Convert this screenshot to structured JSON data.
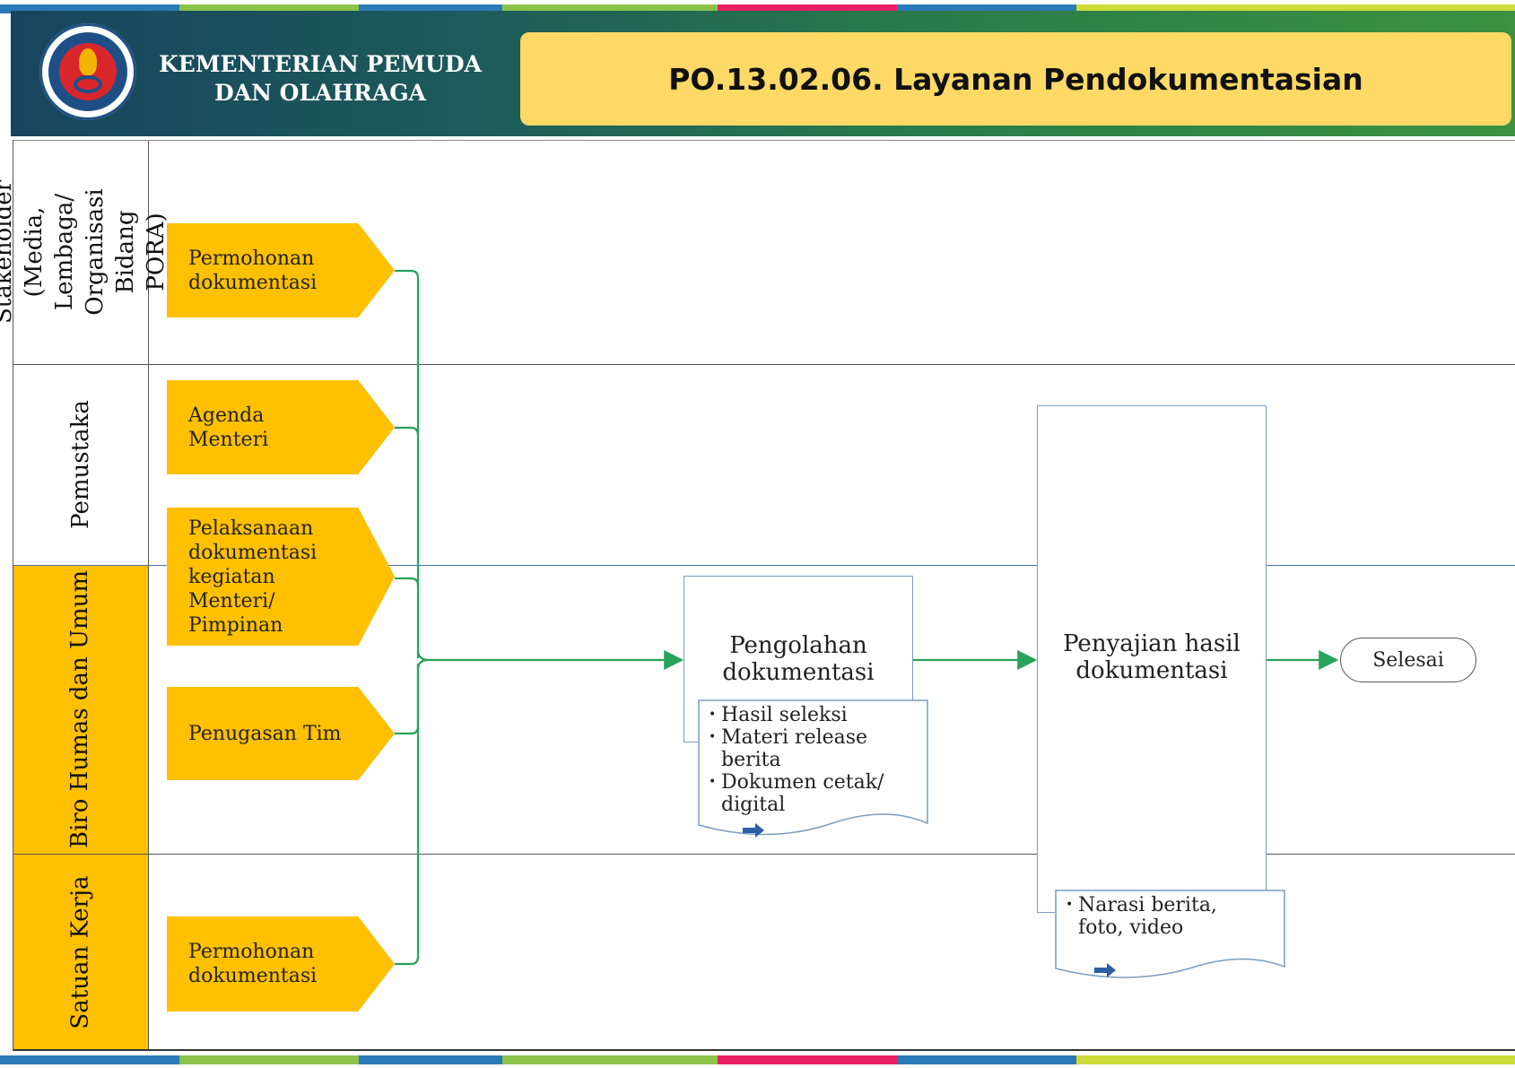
{
  "header": {
    "ministry": "KEMENTERIAN PEMUDA\nDAN OLAHRAGA",
    "title": "PO.13.02.06. Layanan Pendokumentasian",
    "colors": {
      "header_dark": "#17455e",
      "header_green": "#3d9140",
      "title_bg": "#ffd966"
    }
  },
  "lanes": [
    {
      "label": "Stakeholder\n(Media, Lembaga/\nOrganisasi Bidang\nPORA)",
      "color": "#ffffff"
    },
    {
      "label": "Pemustaka",
      "color": "#ffffff"
    },
    {
      "label": "Biro Humas dan Umum",
      "color": "#ffc000"
    },
    {
      "label": "Satuan Kerja",
      "color": "#ffc000"
    }
  ],
  "inputs": [
    {
      "label": "Permohonan\ndokumentasi"
    },
    {
      "label": "Agenda\nMenteri"
    },
    {
      "label": "Pelaksanaan\ndokumentasi\nkegiatan\nMenteri/\nPimpinan"
    },
    {
      "label": "Penugasan Tim"
    },
    {
      "label": "Permohonan\ndokumentasi"
    }
  ],
  "processes": [
    {
      "label": "Pengolahan\ndokumentasi"
    },
    {
      "label": "Penyajian hasil\ndokumentasi"
    }
  ],
  "documents": [
    {
      "items": [
        "Hasil seleksi",
        "Materi release\nberita",
        "Dokumen cetak/\ndigital"
      ]
    },
    {
      "items": [
        "Narasi berita,\nfoto, video"
      ]
    }
  ],
  "end": {
    "label": "Selesai"
  },
  "colors": {
    "input": "#ffc000",
    "flow": "#27a35a",
    "process_border": "#7a9cc2",
    "arrow_icon": "#2e5fa3"
  }
}
